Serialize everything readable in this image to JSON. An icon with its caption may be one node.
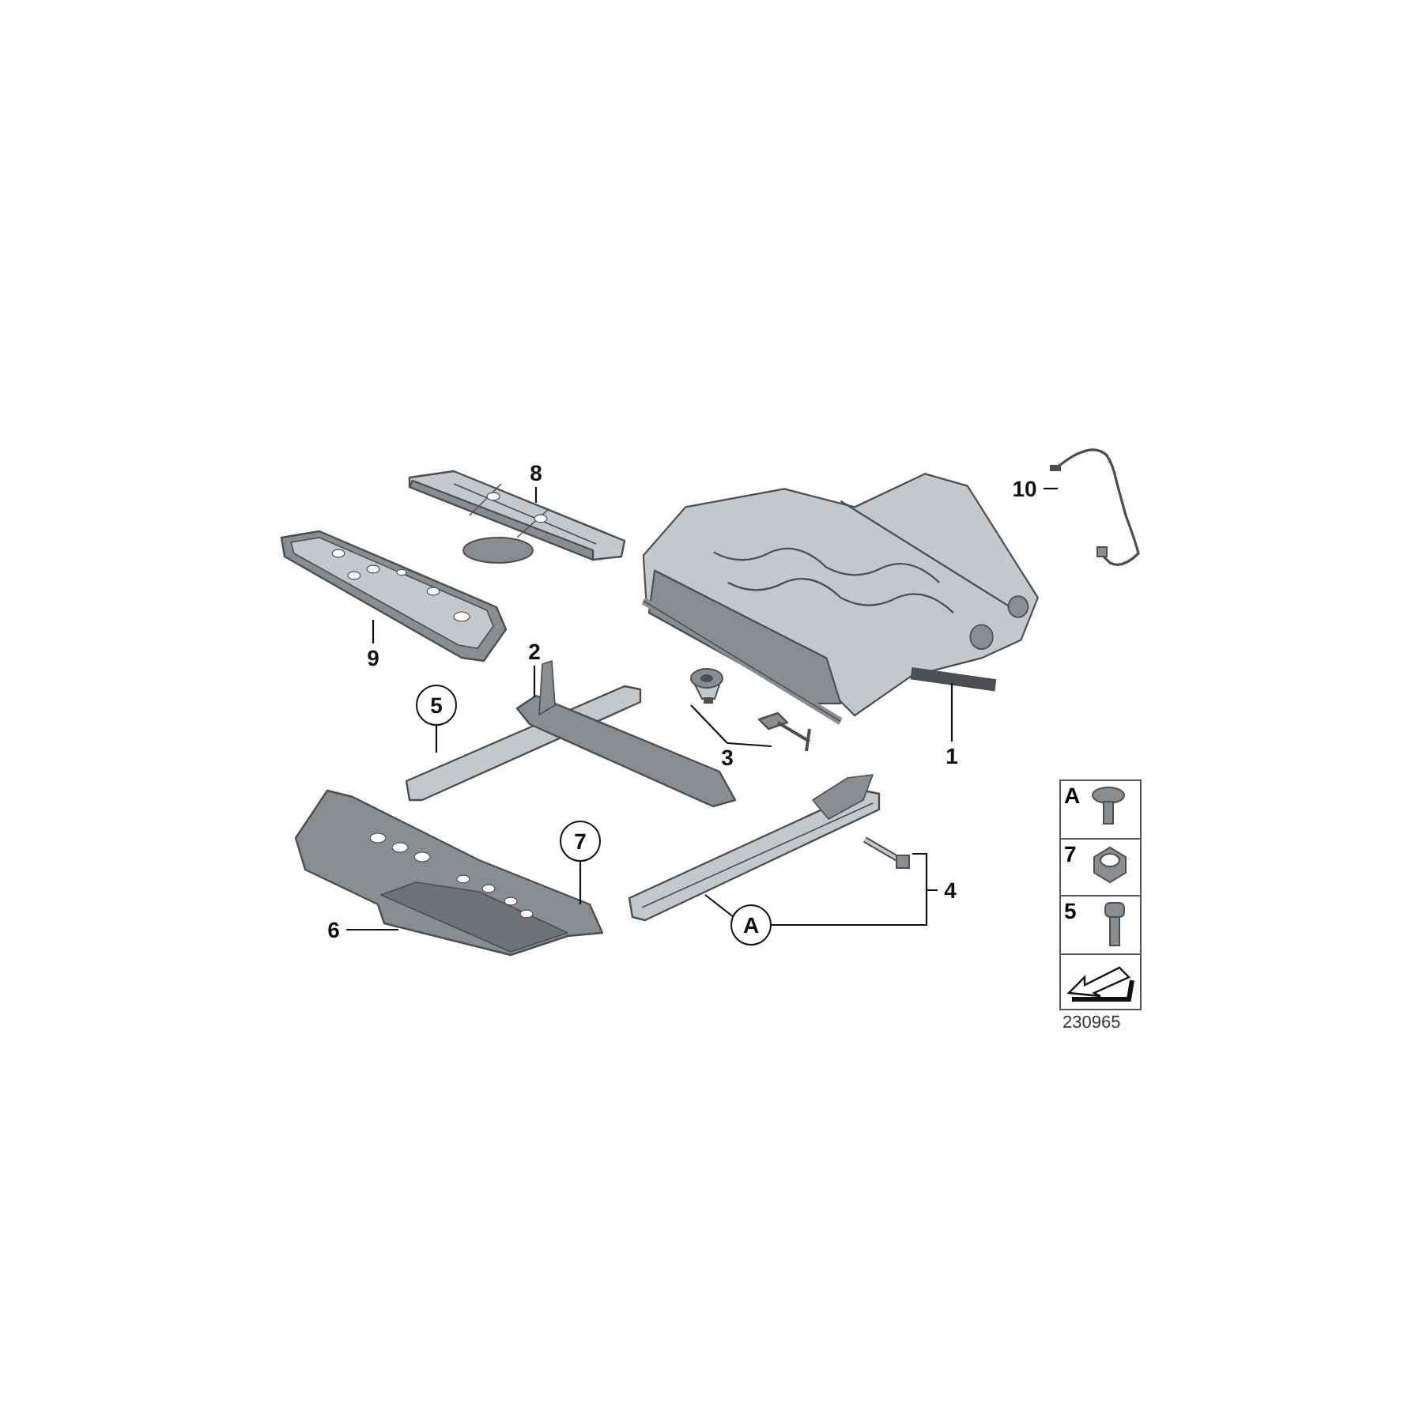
{
  "diagram": {
    "nodes": [
      {
        "text": [
          "8"
        ]
      },
      {
        "text": [],
        "shape": "picture"
      },
      {
        "text": [
          "10"
        ]
      },
      {
        "text": [],
        "shape": "picture"
      },
      {
        "text": [
          "9"
        ]
      },
      {
        "text": [],
        "shape": "picture"
      },
      {
        "text": [
          "2"
        ]
      },
      {
        "text": [],
        "shape": "picture"
      },
      {
        "text": [
          "5"
        ]
      },
      {
        "text": [
          "3"
        ]
      },
      {
        "text": [],
        "shape": "picture"
      },
      {
        "text": [],
        "shape": "picture"
      },
      {
        "text": [
          "1"
        ]
      },
      {
        "text": [],
        "shape": "picture"
      },
      {
        "text": [
          "7"
        ]
      },
      {
        "text": [
          "6"
        ]
      },
      {
        "text": [],
        "shape": "picture"
      },
      {
        "text": [
          "A"
        ]
      },
      {
        "text": [
          "4"
        ]
      },
      {
        "text": [],
        "shape": "picture"
      },
      {
        "text": [],
        "shape": "picture"
      }
    ],
    "edges": [
      {
        "from": 0,
        "to": 1,
        "arrow": "none"
      },
      {
        "from": 2,
        "to": 3,
        "arrow": "none"
      },
      {
        "from": 4,
        "to": 5,
        "arrow": "none"
      },
      {
        "from": 6,
        "to": 7,
        "arrow": "none"
      },
      {
        "from": 8,
        "to": 7,
        "arrow": "none"
      },
      {
        "from": 9,
        "to": 10,
        "arrow": "none"
      },
      {
        "from": 9,
        "to": 11,
        "arrow": "none"
      },
      {
        "from": 12,
        "to": 13,
        "arrow": "none"
      },
      {
        "from": 14,
        "to": 16,
        "arrow": "none"
      },
      {
        "from": 15,
        "to": 16,
        "arrow": "none"
      },
      {
        "from": 17,
        "to": 20,
        "arrow": "none"
      },
      {
        "from": 18,
        "to": 19,
        "arrow": "none"
      },
      {
        "from": 18,
        "to": 17,
        "arrow": "none"
      }
    ],
    "labels": [
      "A",
      "7",
      "5",
      "230965"
    ]
  }
}
